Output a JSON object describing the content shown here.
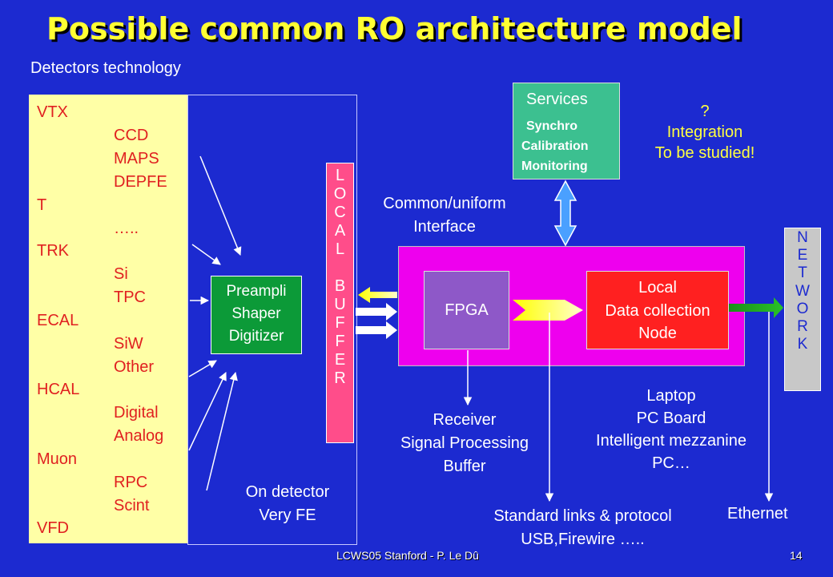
{
  "slide": {
    "title": "Possible common RO architecture model",
    "subtitle": "Detectors technology",
    "footer": "LCWS05 Stanford - P. Le Dû",
    "page_number": "14"
  },
  "detectors": [
    {
      "name": "VTX",
      "techs": [
        "CCD",
        "MAPS",
        "DEPFE"
      ]
    },
    {
      "name": "T",
      "techs": [
        "….."
      ]
    },
    {
      "name": "TRK",
      "techs": [
        "Si",
        "TPC"
      ]
    },
    {
      "name": "ECAL",
      "techs": [
        "SiW",
        "Other"
      ]
    },
    {
      "name": "HCAL",
      "techs": [
        "Digital",
        "Analog"
      ]
    },
    {
      "name": "Muon",
      "techs": [
        "RPC",
        "Scint"
      ]
    },
    {
      "name": "VFD",
      "techs": []
    }
  ],
  "preampli": [
    "Preampli",
    "Shaper",
    "Digitizer"
  ],
  "on_detector": [
    "On detector",
    "Very FE"
  ],
  "local_buffer": [
    "L",
    "O",
    "C",
    "A",
    "L",
    "",
    "B",
    "U",
    "F",
    "F",
    "E",
    "R"
  ],
  "common_interface": [
    "Common/uniform",
    "Interface"
  ],
  "services": {
    "title": "Services",
    "items": [
      "Synchro",
      "Calibration",
      "Monitoring"
    ]
  },
  "integration": [
    "?",
    "Integration",
    "To be studied!"
  ],
  "fpga": "FPGA",
  "local_node": [
    "Local",
    "Data collection",
    "Node"
  ],
  "network": [
    "N",
    "E",
    "T",
    "W",
    "O",
    "R",
    "K"
  ],
  "receiver": [
    "Receiver",
    "Signal Processing",
    "Buffer"
  ],
  "laptop": [
    "Laptop",
    "PC Board",
    "Intelligent mezzanine",
    "PC…"
  ],
  "standard_links": [
    "Standard links & protocol",
    "USB,Firewire ….."
  ],
  "ethernet": "Ethernet",
  "colors": {
    "background": "#1c2ad0",
    "title": "#ffff33",
    "detector_text": "#e02020",
    "panel": "#ffffa6",
    "magenta": "#ee00ee",
    "fpga": "#8e58c8",
    "local_node": "#ff2020",
    "services": "#3cc090",
    "buffer": "#ff4d8a",
    "preampli": "#0c9a38"
  }
}
